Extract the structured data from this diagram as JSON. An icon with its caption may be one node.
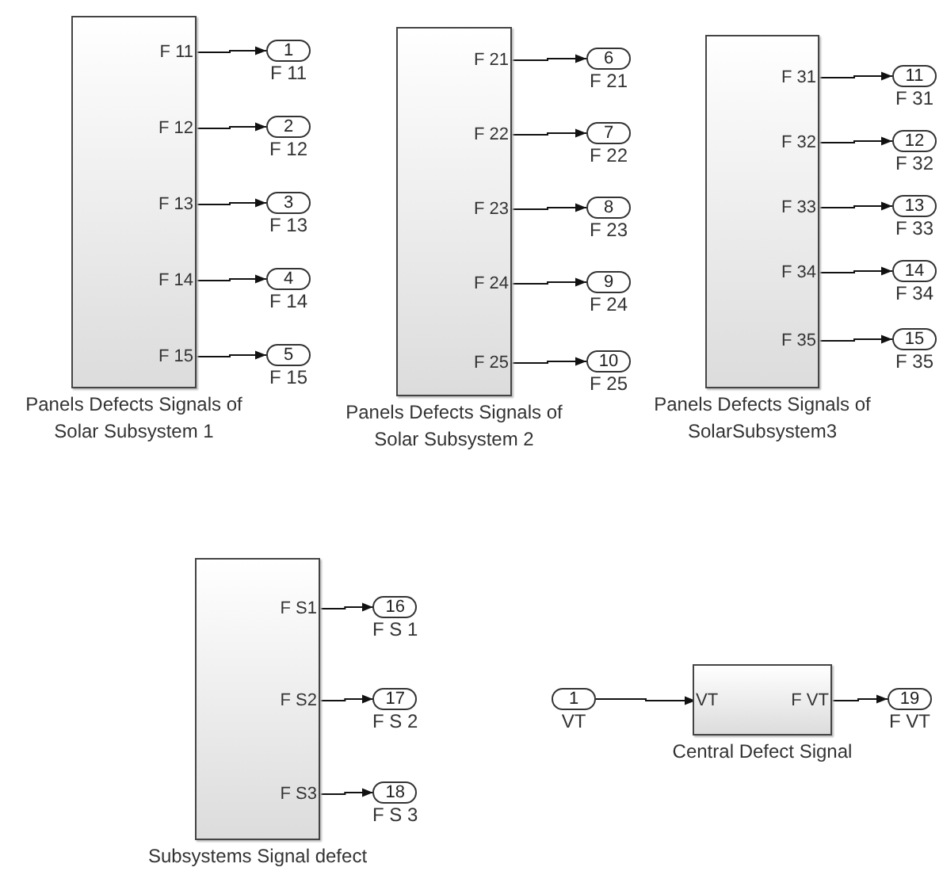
{
  "diagram": {
    "nodes": [
      {
        "text": [
          "Panels Defects Signals of Solar Subsystem 1"
        ]
      },
      {
        "text": [
          "F 11"
        ],
        "in": 0
      },
      {
        "text": [
          "F 12"
        ],
        "in": 0
      },
      {
        "text": [
          "F 13"
        ],
        "in": 0
      },
      {
        "text": [
          "F 14"
        ],
        "in": 0
      },
      {
        "text": [
          "F 15"
        ],
        "in": 0
      },
      {
        "text": [
          "1"
        ],
        "beside": [
          "F 11"
        ]
      },
      {
        "text": [
          "2"
        ],
        "beside": [
          "F 12"
        ]
      },
      {
        "text": [
          "3"
        ],
        "beside": [
          "F 13"
        ]
      },
      {
        "text": [
          "4"
        ],
        "beside": [
          "F 14"
        ]
      },
      {
        "text": [
          "5"
        ],
        "beside": [
          "F 15"
        ]
      },
      {
        "text": [
          "Panels Defects Signals of Solar Subsystem 2"
        ]
      },
      {
        "text": [
          "F 21"
        ],
        "in": 11
      },
      {
        "text": [
          "F 22"
        ],
        "in": 11
      },
      {
        "text": [
          "F 23"
        ],
        "in": 11
      },
      {
        "text": [
          "F 24"
        ],
        "in": 11
      },
      {
        "text": [
          "F 25"
        ],
        "in": 11
      },
      {
        "text": [
          "6"
        ],
        "beside": [
          "F 21"
        ]
      },
      {
        "text": [
          "7"
        ],
        "beside": [
          "F 22"
        ]
      },
      {
        "text": [
          "8"
        ],
        "beside": [
          "F 23"
        ]
      },
      {
        "text": [
          "9"
        ],
        "beside": [
          "F 24"
        ]
      },
      {
        "text": [
          "10"
        ],
        "beside": [
          "F 25"
        ]
      },
      {
        "text": [
          "Panels Defects Signals of SolarSubsystem3"
        ]
      },
      {
        "text": [
          "F 31"
        ],
        "in": 22
      },
      {
        "text": [
          "F 32"
        ],
        "in": 22
      },
      {
        "text": [
          "F 33"
        ],
        "in": 22
      },
      {
        "text": [
          "F 34"
        ],
        "in": 22
      },
      {
        "text": [
          "F 35"
        ],
        "in": 22
      },
      {
        "text": [
          "11"
        ],
        "beside": [
          "F 31"
        ]
      },
      {
        "text": [
          "12"
        ],
        "beside": [
          "F 32"
        ]
      },
      {
        "text": [
          "13"
        ],
        "beside": [
          "F 33"
        ]
      },
      {
        "text": [
          "14"
        ],
        "beside": [
          "F 34"
        ]
      },
      {
        "text": [
          "15"
        ],
        "beside": [
          "F 35"
        ]
      },
      {
        "text": [
          "Subsystems Signal defect"
        ]
      },
      {
        "text": [
          "F S1"
        ],
        "in": 33
      },
      {
        "text": [
          "F S2"
        ],
        "in": 33
      },
      {
        "text": [
          "F S3"
        ],
        "in": 33
      },
      {
        "text": [
          "16"
        ],
        "beside": [
          "F S 1"
        ]
      },
      {
        "text": [
          "17"
        ],
        "beside": [
          "F S 2"
        ]
      },
      {
        "text": [
          "18"
        ],
        "beside": [
          "F S 3"
        ]
      },
      {
        "text": [
          "1"
        ],
        "beside": [
          "VT"
        ]
      },
      {
        "text": [
          "Central Defect Signal"
        ]
      },
      {
        "text": [
          "VT"
        ],
        "in": 41
      },
      {
        "text": [
          "F VT"
        ],
        "in": 41
      },
      {
        "text": [
          "19"
        ],
        "beside": [
          "F VT"
        ]
      }
    ],
    "edges": [
      {
        "from": 1,
        "to": 6,
        "arrow": "to"
      },
      {
        "from": 2,
        "to": 7,
        "arrow": "to"
      },
      {
        "from": 3,
        "to": 8,
        "arrow": "to"
      },
      {
        "from": 4,
        "to": 9,
        "arrow": "to"
      },
      {
        "from": 5,
        "to": 10,
        "arrow": "to"
      },
      {
        "from": 12,
        "to": 17,
        "arrow": "to"
      },
      {
        "from": 13,
        "to": 18,
        "arrow": "to"
      },
      {
        "from": 14,
        "to": 19,
        "arrow": "to"
      },
      {
        "from": 15,
        "to": 20,
        "arrow": "to"
      },
      {
        "from": 16,
        "to": 21,
        "arrow": "to"
      },
      {
        "from": 23,
        "to": 28,
        "arrow": "to"
      },
      {
        "from": 24,
        "to": 29,
        "arrow": "to"
      },
      {
        "from": 25,
        "to": 30,
        "arrow": "to"
      },
      {
        "from": 26,
        "to": 31,
        "arrow": "to"
      },
      {
        "from": 27,
        "to": 32,
        "arrow": "to"
      },
      {
        "from": 34,
        "to": 37,
        "arrow": "to"
      },
      {
        "from": 35,
        "to": 38,
        "arrow": "to"
      },
      {
        "from": 36,
        "to": 39,
        "arrow": "to"
      },
      {
        "from": 40,
        "to": 42,
        "arrow": "to"
      },
      {
        "from": 43,
        "to": 44,
        "arrow": "to"
      }
    ]
  }
}
